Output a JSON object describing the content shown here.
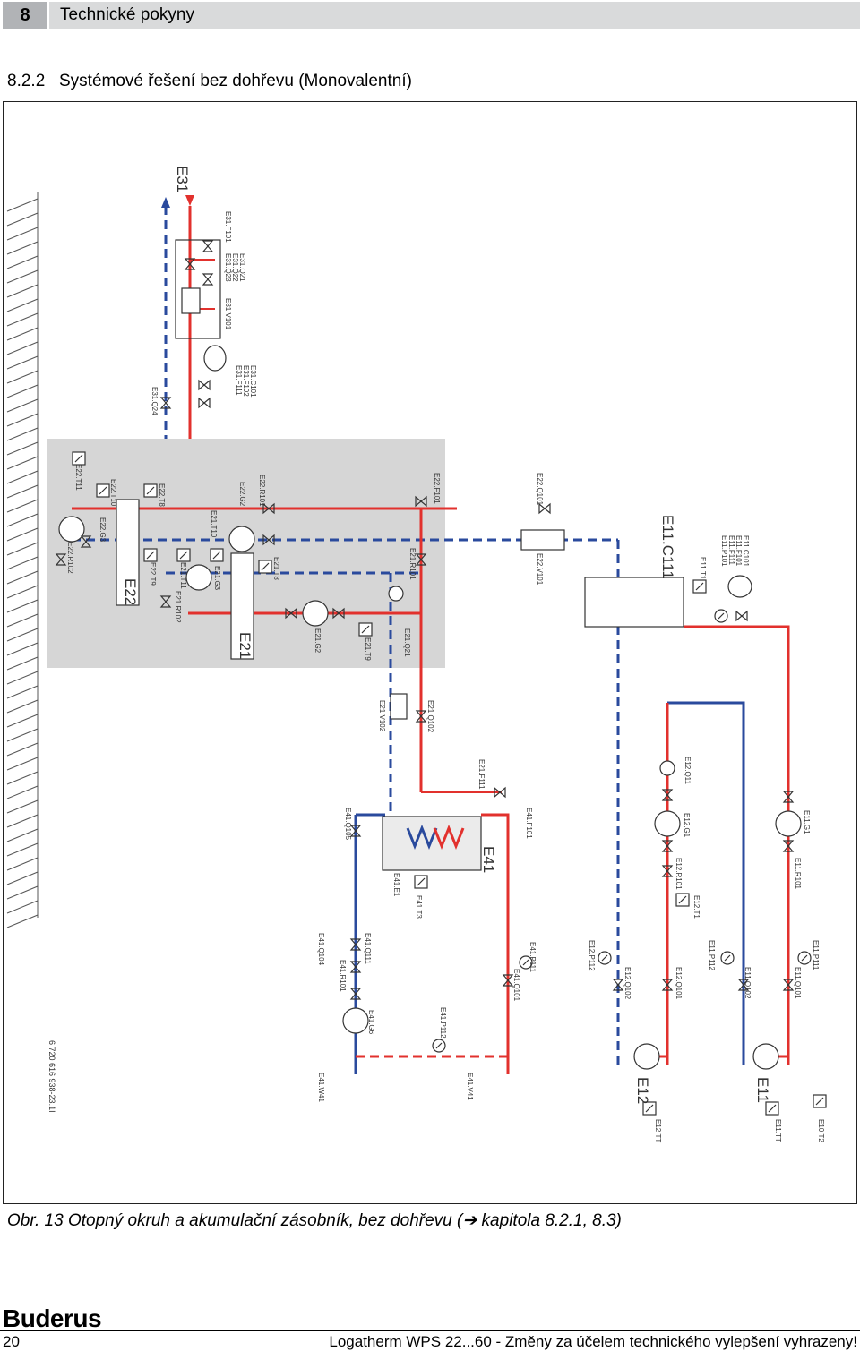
{
  "header": {
    "chapter_number": "8",
    "chapter_title": "Technické pokyny"
  },
  "section": {
    "number": "8.2.2",
    "title": "Systémové řešení bez dohřevu (Monovalentní)"
  },
  "diagram": {
    "ref_number": "6 720 616 938-23.1I",
    "units": [
      "E31",
      "E22",
      "E21",
      "E11.C111",
      "E41",
      "E12",
      "E11"
    ],
    "labels": {
      "e31_f101": "E31.F101",
      "e31_q21": "E31.Q21",
      "e31_q22": "E31.Q22",
      "e31_q23": "E31.Q23",
      "e31_v101": "E31.V101",
      "e31_c101": "E31.C101",
      "e31_f102": "E31.F102",
      "e31_f111": "E31.F111",
      "e31_q24": "E31.Q24",
      "e22_t11": "E22.T11",
      "e22_t10": "E22.T10",
      "e22_g3": "E22.G3",
      "e22_r102": "E22.R102",
      "e22_t8": "E22.T8",
      "e22_t9": "E22.T9",
      "e22_g2": "E22.G2",
      "e22_r101": "E22.R101",
      "e22_f101": "E22.F101",
      "e22_q101": "E22.Q101",
      "e22_v101": "E22.V101",
      "e21_t10": "E21.T10",
      "e21_t11": "E21.T11",
      "e21_g3": "E21.G3",
      "e21_r102": "E21.R102",
      "e21_t8": "E21.T8",
      "e21_g2": "E21.G2",
      "e21_t9": "E21.T9",
      "e21_r101": "E21.R101",
      "e21_q21": "E21.Q21",
      "e21_v102": "E21.V102",
      "e21_q102": "E21.Q102",
      "e21_f111": "E21.F111",
      "e11_c101": "E11.C101",
      "e11_f101": "E11.F101",
      "e11_f111": "E11.F111",
      "e11_p101": "E11.P101",
      "e11_t1": "E11.T1",
      "e12_q11": "E12.Q11",
      "e12_g1": "E12.G1",
      "e12_r101": "E12.R101",
      "e12_t1": "E12.T1",
      "e12_p112": "E12.P112",
      "e12_q102": "E12.Q102",
      "e12_q101": "E12.Q101",
      "e12_tt": "E12.TT",
      "e11_g1": "E11.G1",
      "e11_r101": "E11.R101",
      "e11_p112": "E11.P112",
      "e11_q102": "E11.Q102",
      "e11_p111": "E11.P111",
      "e11_q101": "E11.Q101",
      "e11_tt": "E11.TT",
      "e10_t2": "E10.T2",
      "e41_q105": "E41.Q105",
      "e41_f101": "E41.F101",
      "e41_e1": "E41.E1",
      "e41_t3": "E41.T3",
      "e41_q104": "E41.Q104",
      "e41_q111": "E41.Q111",
      "e41_r101": "E41.R101",
      "e41_g6": "E41.G6",
      "e41_p112": "E41.P112",
      "e41_p111": "E41.P111",
      "e41_q101": "E41.Q101",
      "e41_w41": "E41.W41",
      "e41_v41": "E41.V41"
    },
    "colors": {
      "hot": "#e2312d",
      "cold": "#2a4a9d",
      "panel": "#d6d6d6"
    }
  },
  "caption": {
    "text": "Obr. 13 Otopný okruh a akumulační zásobník, bez dohřevu (",
    "arrow": "➔",
    "tail": " kapitola 8.2.1, 8.3)"
  },
  "footer": {
    "brand": "Buderus",
    "page_number": "20",
    "text": "Logatherm WPS 22...60 - Změny za účelem technického vylepšení vyhrazeny!"
  }
}
